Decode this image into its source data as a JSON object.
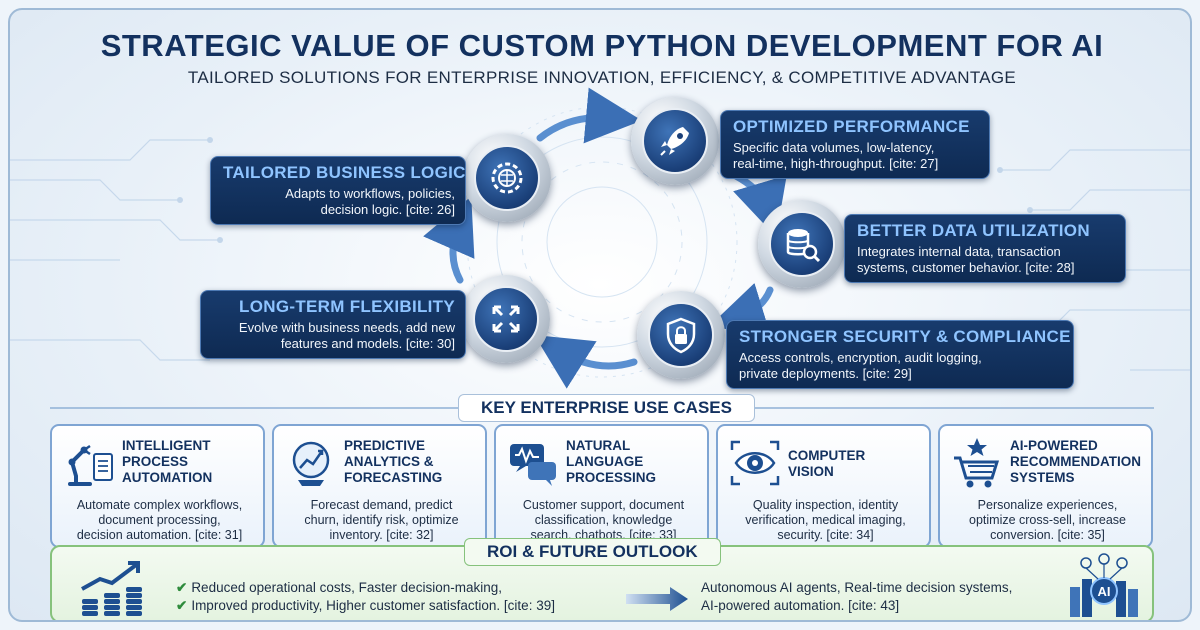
{
  "header": {
    "title": "STRATEGIC VALUE OF CUSTOM PYTHON DEVELOPMENT FOR AI",
    "subtitle": "TAILORED SOLUTIONS FOR ENTERPRISE INNOVATION, EFFICIENCY, & COMPETITIVE ADVANTAGE"
  },
  "benefits": [
    {
      "title": "TAILORED BUSINESS LOGIC",
      "line1": "Adapts to workflows, policies,",
      "line2": "decision logic. [cite: 26]",
      "icon": "brain-gear-icon"
    },
    {
      "title": "OPTIMIZED PERFORMANCE",
      "line1": "Specific data volumes, low-latency,",
      "line2": "real-time, high-throughput. [cite: 27]",
      "icon": "rocket-icon"
    },
    {
      "title": "BETTER DATA UTILIZATION",
      "line1": "Integrates internal data, transaction",
      "line2": "systems, customer behavior. [cite: 28]",
      "icon": "database-search-icon"
    },
    {
      "title": "STRONGER SECURITY & COMPLIANCE",
      "line1": "Access controls, encryption, audit logging,",
      "line2": "private deployments. [cite: 29]",
      "icon": "shield-lock-icon"
    },
    {
      "title": "LONG-TERM FLEXIBILITY",
      "line1": "Evolve with business needs, add new",
      "line2": "features and models. [cite: 30]",
      "icon": "expand-arrows-icon"
    }
  ],
  "use_cases": {
    "heading": "KEY ENTERPRISE USE CASES",
    "items": [
      {
        "title1": "INTELLIGENT",
        "title2": "PROCESS",
        "title3": "AUTOMATION",
        "text1": "Automate complex workflows,",
        "text2": "document processing,",
        "text3": "decision automation. [cite: 31]",
        "icon": "robot-arm-document-icon"
      },
      {
        "title1": "PREDICTIVE",
        "title2": "ANALYTICS &",
        "title3": "FORECASTING",
        "text1": "Forecast demand, predict",
        "text2": "churn, identify risk, optimize",
        "text3": "inventory. [cite: 32]",
        "icon": "crystal-ball-chart-icon"
      },
      {
        "title1": "NATURAL",
        "title2": "LANGUAGE",
        "title3": "PROCESSING",
        "text1": "Customer support, document",
        "text2": "classification, knowledge",
        "text3": "search, chatbots. [cite: 33]",
        "icon": "chat-waveform-icon"
      },
      {
        "title1": "COMPUTER",
        "title2": "VISION",
        "title3": "",
        "text1": "Quality inspection, identity",
        "text2": "verification, medical imaging,",
        "text3": "security. [cite: 34]",
        "icon": "eye-scan-icon"
      },
      {
        "title1": "AI-POWERED",
        "title2": "RECOMMENDATION",
        "title3": "SYSTEMS",
        "text1": "Personalize experiences,",
        "text2": "optimize cross-sell, increase",
        "text3": "conversion. [cite: 35]",
        "icon": "shopping-cart-star-icon"
      }
    ]
  },
  "roi": {
    "heading": "ROI & FUTURE OUTLOOK",
    "left_line1": "Reduced operational costs, Faster decision-making,",
    "left_line2": "Improved productivity, Higher customer satisfaction. [cite: 39]",
    "right_line1": "Autonomous AI agents, Real-time decision systems,",
    "right_line2": "AI-powered automation. [cite: 43]",
    "left_icon": "growth-chart-coins-icon",
    "right_icon": "ai-city-icon",
    "arrow_icon": "right-arrow-icon",
    "ai_badge": "AI"
  },
  "colors": {
    "navy": "#13315f",
    "callout_bg": "#0e2a52",
    "callout_heading": "#8fc4ff",
    "roi_border": "#86c27c",
    "check": "#2e8b3c"
  }
}
